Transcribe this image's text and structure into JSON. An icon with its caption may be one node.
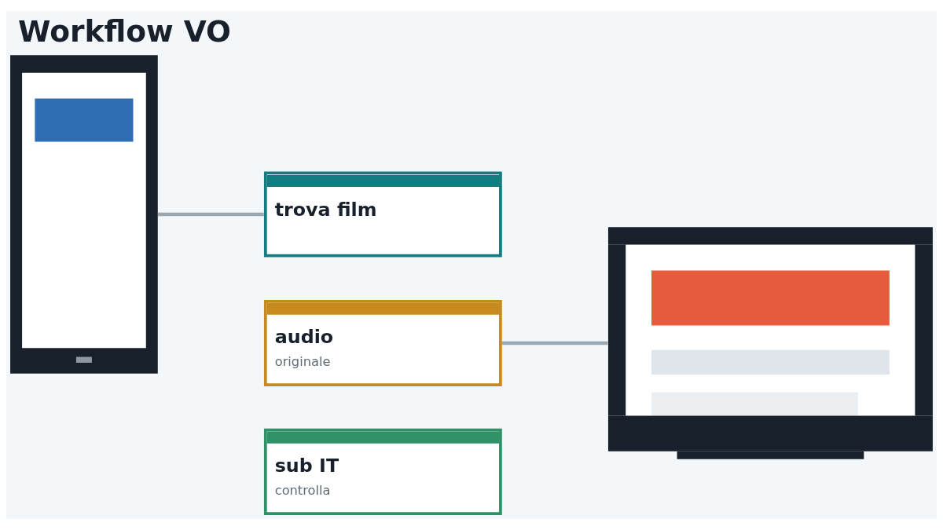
{
  "diagram": {
    "title": "Workflow VO",
    "nodes": [
      {
        "text": [],
        "shape": "picture"
      },
      {
        "text": [
          "trova film"
        ]
      },
      {
        "text": [
          "audio",
          "originale"
        ]
      },
      {
        "text": [
          "sub IT",
          "controlla"
        ]
      },
      {
        "text": [],
        "shape": "picture"
      }
    ],
    "edges": [
      {
        "from": 0,
        "to": 1,
        "arrow": "none"
      },
      {
        "from": 2,
        "to": 4,
        "arrow": "none"
      }
    ]
  }
}
